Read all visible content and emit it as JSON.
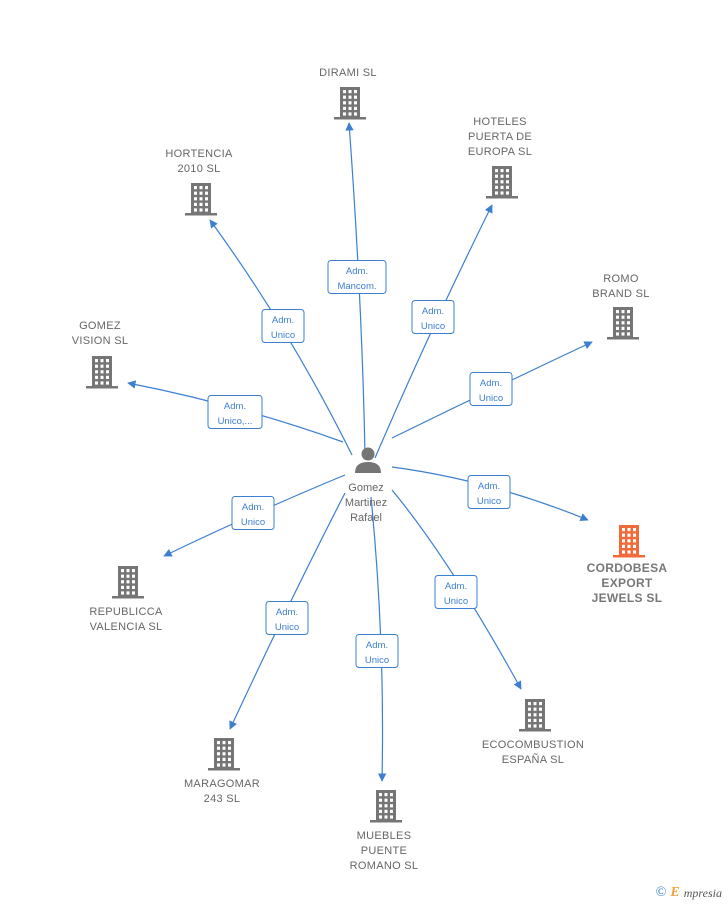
{
  "center": {
    "name_lines": [
      "Gomez",
      "Martinez",
      "Rafael"
    ],
    "icon": "person-icon"
  },
  "colors": {
    "edge": "#3b7fd1",
    "building": "#757575",
    "highlight": "#f26a3a"
  },
  "companies": [
    {
      "id": "dirami",
      "lines": [
        "DIRAMI SL"
      ],
      "role_lines": [
        "Adm.",
        "Mancom."
      ],
      "highlight": false
    },
    {
      "id": "hoteles",
      "lines": [
        "HOTELES",
        "PUERTA DE",
        "EUROPA  SL"
      ],
      "role_lines": [
        "Adm.",
        "Unico"
      ],
      "highlight": false
    },
    {
      "id": "hortencia",
      "lines": [
        "HORTENCIA",
        "2010 SL"
      ],
      "role_lines": [
        "Adm.",
        "Unico"
      ],
      "highlight": false
    },
    {
      "id": "romo",
      "lines": [
        "ROMO",
        "BRAND  SL"
      ],
      "role_lines": [
        "Adm.",
        "Unico"
      ],
      "highlight": false
    },
    {
      "id": "gomezvision",
      "lines": [
        "GOMEZ",
        "VISION SL"
      ],
      "role_lines": [
        "Adm.",
        "Unico,..."
      ],
      "highlight": false
    },
    {
      "id": "cordobesa",
      "lines": [
        "CORDOBESA",
        "EXPORT",
        "JEWELS  SL"
      ],
      "role_lines": [
        "Adm.",
        "Unico"
      ],
      "highlight": true
    },
    {
      "id": "republicca",
      "lines": [
        "REPUBLICCA",
        "VALENCIA  SL"
      ],
      "role_lines": [
        "Adm.",
        "Unico"
      ],
      "highlight": false
    },
    {
      "id": "ecocombustion",
      "lines": [
        "ECOCOMBUSTION",
        "ESPAÑA  SL"
      ],
      "role_lines": [
        "Adm.",
        "Unico"
      ],
      "highlight": false
    },
    {
      "id": "maragomar",
      "lines": [
        "MARAGOMAR",
        "243  SL"
      ],
      "role_lines": [
        "Adm.",
        "Unico"
      ],
      "highlight": false
    },
    {
      "id": "muebles",
      "lines": [
        "MUEBLES",
        "PUENTE",
        "ROMANO  SL"
      ],
      "role_lines": [
        "Adm.",
        "Unico"
      ],
      "highlight": false
    }
  ],
  "brand": {
    "copyright": "©",
    "first_letter": "E",
    "rest": "mpresia"
  }
}
